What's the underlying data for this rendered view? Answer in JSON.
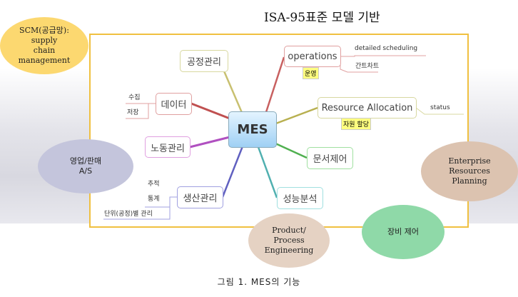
{
  "title": "ISA-95표준 모델 기반",
  "caption": "그림 1. MES의 기능",
  "center": "MES",
  "nodes": {
    "process": "공정관리",
    "operations": "operations",
    "operations_tag": "운영",
    "detailed": "detailed scheduling",
    "gantt": "간트차트",
    "resource": "Resource Allocation",
    "resource_tag": "자원 할당",
    "status": "status",
    "data": "데이터",
    "collect": "수집",
    "store": "저장",
    "labor": "노동관리",
    "production": "생산관리",
    "trace": "추적",
    "stats": "통계",
    "unit": "단위(공정)별 관리",
    "docs": "문서제어",
    "perf": "성능분석"
  },
  "ellipses": {
    "scm": "SCM(공급망):\nsupply\nchain\nmanagement",
    "sales": "영업/판매\nA/S",
    "erp": "Enterprise\nResources\nPlanning",
    "ppe": "Product/\nProcess\nEngineering",
    "equip": "장비 제어"
  }
}
